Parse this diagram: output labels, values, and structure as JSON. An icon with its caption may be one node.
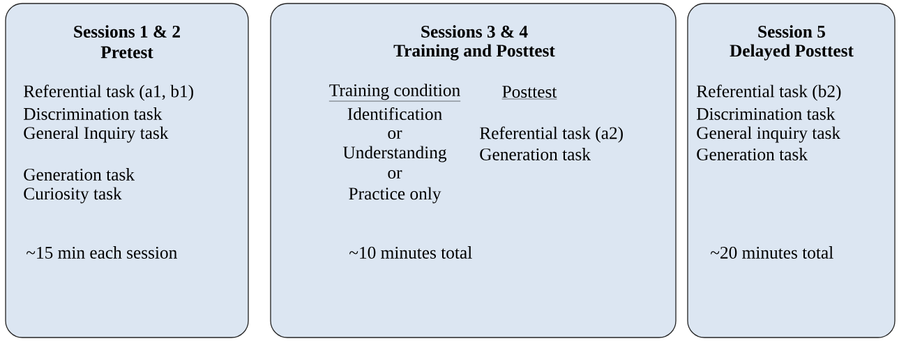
{
  "diagram": {
    "nodes": [
      {
        "text": [
          "Sessions 1 & 2",
          "Pretest",
          "Referential task (a1, b1)",
          "Discrimination task",
          "General Inquiry task",
          "Generation task",
          "Curiosity task",
          "~15 min each session"
        ]
      },
      {
        "text": [
          "Sessions 3 & 4",
          "Training and Posttest",
          "Training condition",
          "Identification",
          "or",
          "Understanding",
          "or",
          "Practice only",
          "Posttest",
          "Referential task (a2)",
          "Generation task",
          "~10 minutes total"
        ]
      },
      {
        "text": [
          "Session 5",
          "Delayed Posttest",
          "Referential task (b2)",
          "Discrimination task",
          "General inquiry task",
          "Generation task",
          "~20 minutes total"
        ]
      }
    ]
  }
}
